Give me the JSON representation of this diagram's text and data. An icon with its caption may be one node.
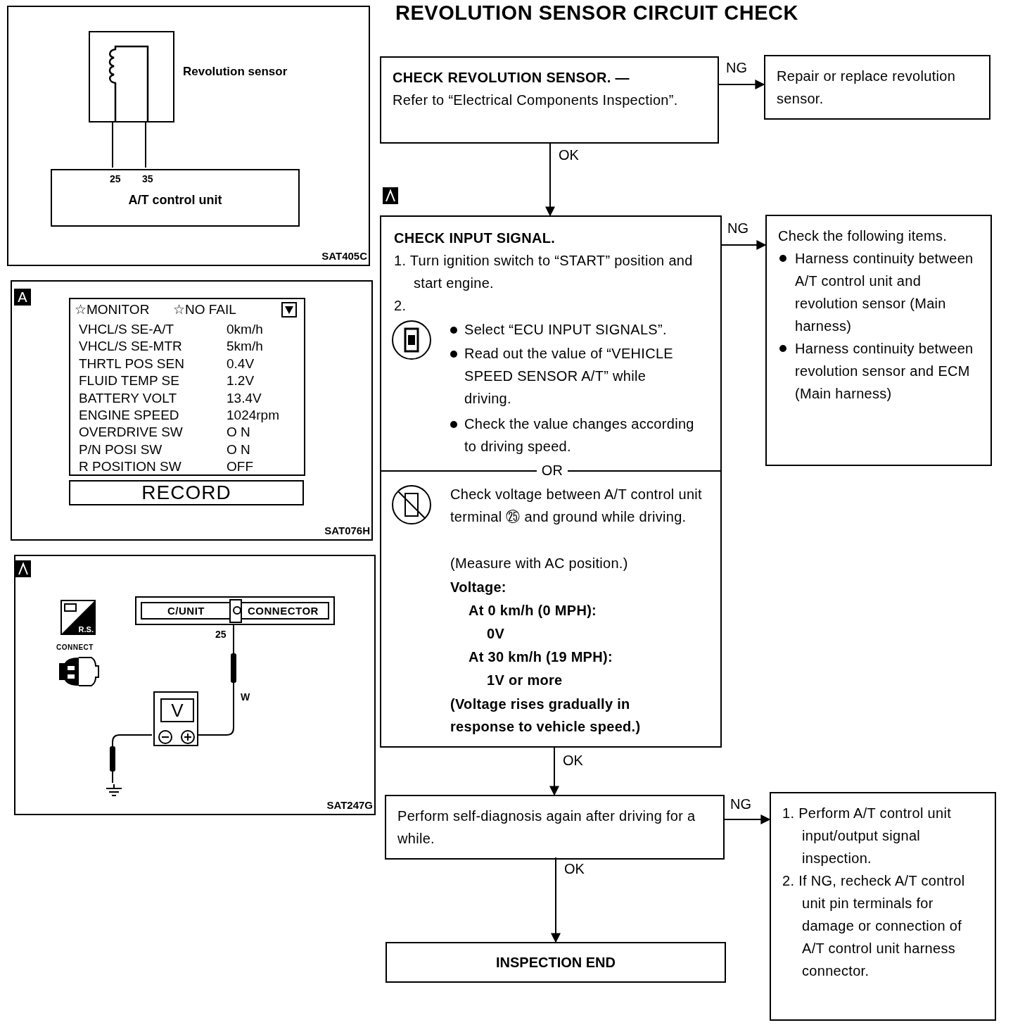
{
  "diagram": {
    "title": "REVOLUTION SENSOR CIRCUIT CHECK",
    "nodes": [
      {
        "text": [
          "CHECK REVOLUTION SENSOR. —",
          "Refer to “Electrical Components Inspection”."
        ]
      },
      {
        "text": [
          "Repair or replace revolution sensor."
        ]
      },
      {
        "text": [
          "CHECK INPUT SIGNAL.",
          "1. Turn ignition switch to “START” position and start engine.",
          "2.",
          "Select “ECU INPUT SIGNALS”.",
          "Read out the value of “VEHICLE SPEED SENSOR A/T” while driving.",
          "Check the value changes according to driving speed.",
          "OR",
          "Check voltage between A/T control unit terminal ㉕ and ground while driving.",
          "(Measure with AC position.)",
          "Voltage:",
          "At 0 km/h (0 MPH):",
          "0V",
          "At 30 km/h (19 MPH):",
          "1V or more",
          "(Voltage rises gradually in response to vehicle speed.)"
        ]
      },
      {
        "text": [
          "Check the following items.",
          "Harness continuity between A/T control unit and revolution sensor (Main harness)",
          "Harness continuity between revolution sensor and ECM (Main harness)"
        ]
      },
      {
        "text": [
          "Perform self-diagnosis again after driving for a while."
        ]
      },
      {
        "text": [
          "1. Perform A/T control unit input/output signal inspection.",
          "2. If NG, recheck A/T control unit pin terminals for damage or connection of A/T control unit harness connector."
        ]
      },
      {
        "text": [
          "INSPECTION END"
        ]
      },
      {
        "text": [
          "SAT405C"
        ]
      },
      {
        "text": [],
        "shape": "box",
        "beside": [
          "Revolution sensor"
        ],
        "in": 7
      },
      {
        "text": [
          "25",
          "35",
          "A/T control unit"
        ],
        "in": 7
      },
      {
        "text": [
          "SAT076H"
        ]
      },
      {
        "text": [
          "A"
        ],
        "in": 10
      },
      {
        "text": [
          "☆MONITOR",
          "☆NO FAIL",
          "VHCL/S SE-A/T",
          "0km/h",
          "VHCL/S SE-MTR",
          "5km/h",
          "THRTL POS SEN",
          "0.4V",
          "FLUID TEMP SE",
          "1.2V",
          "BATTERY VOLT",
          "13.4V",
          "ENGINE SPEED",
          "1024rpm",
          "OVERDRIVE SW",
          "O N",
          "P/N POSI SW",
          "O N",
          "R POSITION SW",
          "OFF"
        ],
        "in": 10
      },
      {
        "text": [
          "RECORD"
        ],
        "in": 10
      },
      {
        "text": [
          "SAT247G"
        ]
      },
      {
        "text": [
          "R.S."
        ],
        "in": 14
      },
      {
        "text": [
          "C/UNIT",
          "CONNECTOR"
        ],
        "in": 14
      },
      {
        "text": [
          "V"
        ],
        "in": 14
      },
      {
        "text": [],
        "shape": "ground",
        "in": 14
      }
    ],
    "edges": [
      {
        "from": 0,
        "to": 1,
        "arrow": "to",
        "label": "NG"
      },
      {
        "from": 0,
        "to": 2,
        "arrow": "to",
        "label": "OK"
      },
      {
        "from": 2,
        "to": 3,
        "arrow": "to",
        "label": "NG"
      },
      {
        "from": 2,
        "to": 4,
        "arrow": "to",
        "label": "OK"
      },
      {
        "from": 4,
        "to": 5,
        "arrow": "to",
        "label": "NG"
      },
      {
        "from": 4,
        "to": 6,
        "arrow": "to",
        "label": "OK"
      },
      {
        "from": 8,
        "to": 9,
        "arrow": "none"
      },
      {
        "from": 8,
        "to": 9,
        "arrow": "none"
      },
      {
        "from": 17,
        "to": 16,
        "arrow": "none"
      },
      {
        "from": 17,
        "to": 18,
        "arrow": "none"
      }
    ],
    "labels": [
      "CONNECT",
      "25",
      "W"
    ]
  }
}
